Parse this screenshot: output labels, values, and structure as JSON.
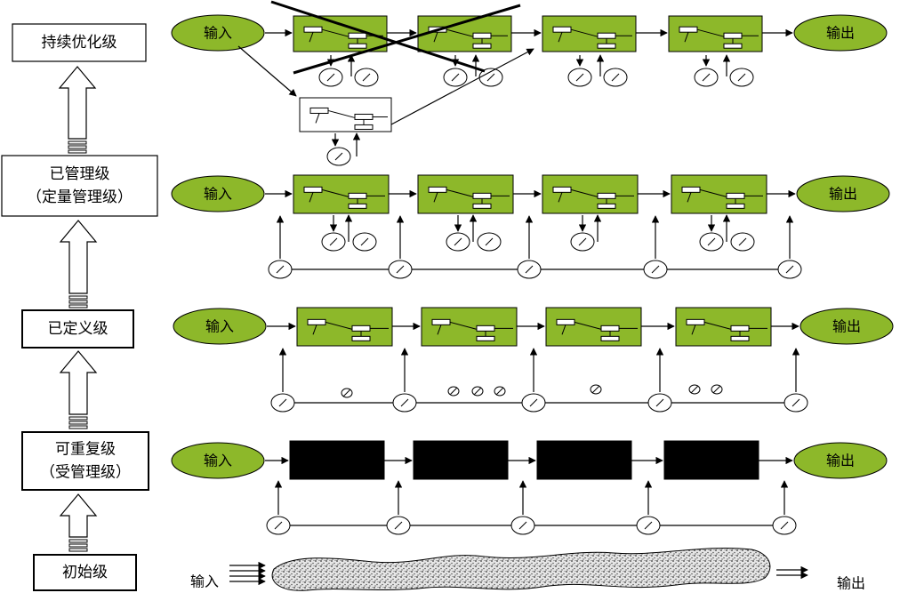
{
  "levels": [
    {
      "key": "optimizing",
      "lines": [
        "持续优化级"
      ]
    },
    {
      "key": "managed",
      "lines": [
        "已管理级",
        "（定量管理级）"
      ]
    },
    {
      "key": "defined",
      "lines": [
        "已定义级"
      ]
    },
    {
      "key": "repeatable",
      "lines": [
        "可重复级",
        "（受管理级）"
      ]
    },
    {
      "key": "initial",
      "lines": [
        "初始级"
      ]
    }
  ],
  "io": {
    "input": "输入",
    "output": "输出"
  },
  "colors": {
    "process_green": "#8db82a",
    "ellipse_green": "#8db82a",
    "black_box": "#000000"
  }
}
